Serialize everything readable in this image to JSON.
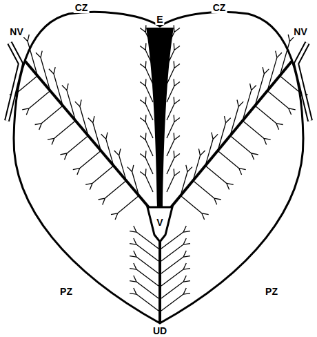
{
  "diagram": {
    "labels": [
      "CZ",
      "CZ",
      "NV",
      "E",
      "NV",
      "V",
      "PZ",
      "PZ",
      "UD"
    ]
  }
}
